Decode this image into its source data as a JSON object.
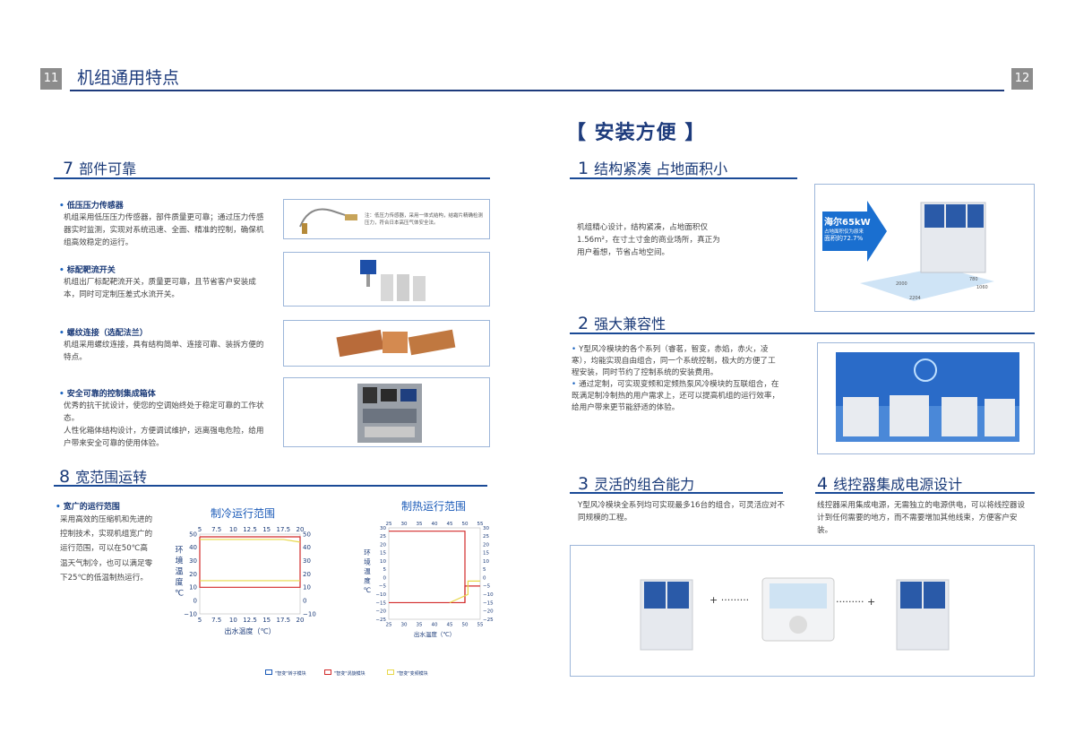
{
  "left_page_num": "11",
  "right_page_num": "12",
  "header_title": "机组通用特点",
  "section7": {
    "num": "7",
    "title": "部件可靠"
  },
  "features": [
    {
      "title": "低压压力传感器",
      "text": "机组采用低压压力传感器，部件质量更可靠；通过压力传感器实时监测，实现对系统迅速、全面、精准的控制，确保机组高效稳定的运行。",
      "note": "注：低压力传感器，采用一体式结构，结霜片精确检测压力，符合日本高压气体安全法。"
    },
    {
      "title": "标配靶流开关",
      "text": "机组出厂标配靶流开关，质量更可靠，且节省客户安装成本，同时可定制压差式水流开关。"
    },
    {
      "title": "螺纹连接（选配法兰）",
      "text": "机组采用螺纹连接，具有结构简单、连接可靠、装拆方便的特点。"
    },
    {
      "title": "安全可靠的控制集成箱体",
      "text": "优秀的抗干扰设计，使您的空调始终处于稳定可靠的工作状态。",
      "text2": "人性化箱体结构设计，方便调试维护，远离强电危险，给用户带来安全可靠的使用体验。"
    }
  ],
  "section8": {
    "num": "8",
    "title": "宽范围运转"
  },
  "wide_range": {
    "title": "宽广的运行范围",
    "text": "采用高效的压缩机和先进的控制技术，实现机组宽广的运行范围，可以在50℃高温天气制冷，也可以满足零下25℃的低温制热运行。"
  },
  "chart_data": [
    {
      "type": "area",
      "title": "制冷运行范围",
      "xlabel": "出水温度（℃）",
      "ylabel": "环境温度℃",
      "xlim": [
        5,
        20
      ],
      "ylim": [
        -10,
        50
      ],
      "x_ticks": [
        "5",
        "7.5",
        "10",
        "12.5",
        "15",
        "17.5",
        "20"
      ],
      "y_ticks": [
        "50",
        "40",
        "30",
        "20",
        "10",
        "0",
        "−10"
      ],
      "series": [
        {
          "color": "#d22a2a",
          "x": [
            5,
            20,
            20,
            5,
            5
          ],
          "y": [
            48,
            48,
            10,
            10,
            48
          ]
        },
        {
          "color": "#e8d84a",
          "x": [
            5,
            17.5,
            20
          ],
          "y": [
            46,
            46,
            44
          ]
        },
        {
          "color": "#e8d84a",
          "x": [
            5,
            20
          ],
          "y": [
            15,
            15
          ]
        }
      ]
    },
    {
      "type": "area",
      "title": "制热运行范围",
      "xlabel": "出水温度（℃）",
      "ylabel": "环境温度℃",
      "xlim": [
        25,
        55
      ],
      "ylim": [
        -25,
        30
      ],
      "x_ticks": [
        "25",
        "30",
        "35",
        "40",
        "45",
        "50",
        "55"
      ],
      "y_ticks": [
        "30",
        "25",
        "20",
        "15",
        "10",
        "5",
        "0",
        "−5",
        "−10",
        "−15",
        "−20",
        "−25"
      ],
      "series": [
        {
          "color": "#d22a2a",
          "x": [
            25,
            50,
            50,
            25
          ],
          "y": [
            28,
            28,
            -15,
            -15
          ]
        },
        {
          "color": "#d22a2a",
          "x": [
            50,
            50,
            52,
            55
          ],
          "y": [
            -15,
            -5,
            -5,
            -5
          ]
        },
        {
          "color": "#e8d84a",
          "x": [
            45,
            51,
            51,
            55
          ],
          "y": [
            -15,
            -10,
            -2,
            -2
          ]
        }
      ]
    }
  ],
  "legend": [
    "\"智变\"转子模块",
    "\"智变\"涡旋模块",
    "\"智变\"变频模块"
  ],
  "legend_colors": [
    "#1a5ab8",
    "#d22a2a",
    "#e8d84a"
  ],
  "right_title": "【 安装方便 】",
  "s1": {
    "num": "1",
    "title": "结构紧凑 占地面积小",
    "text": "机组精心设计，结构紧凑，占地面积仅1.56m²，在寸土寸金的商业场所，真正为用户着想，节省占地空间。"
  },
  "badge": {
    "line1": "海尔65kW",
    "line2": "占地面积仅为原来",
    "line3": "面积的72.7%"
  },
  "dims": [
    "2000",
    "2204",
    "780",
    "1060"
  ],
  "s2": {
    "num": "2",
    "title": "强大兼容性",
    "items": [
      "Y型风冷模块的各个系列（睿茗，智变，赤焰，赤火，凌寒），均能实现自由组合，同一个系统控制，极大的方便了工程安装，同时节约了控制系统的安装费用。",
      "通过定制，可实现变频和定频热泵风冷模块的互联组合，在既满足制冷制热的用户需求上，还可以提高机组的运行效率，给用户带来更节能舒适的体验。"
    ]
  },
  "s3": {
    "num": "3",
    "title": "灵活的组合能力",
    "text": "Y型风冷模块全系列均可实现最多16台的组合，可灵活应对不同规模的工程。"
  },
  "s4": {
    "num": "4",
    "title": "线控器集成电源设计",
    "text": "线控器采用集成电源，无需独立的电源供电，可以将线控器设计到任何需要的地方，而不需要增加其他线束，方便客户安装。"
  },
  "connector_left": "+ ·········",
  "connector_right": "········· +",
  "colors": {
    "navy": "#1d3b7c",
    "accent": "#1a4a96",
    "box_border": "#9db6d9"
  }
}
